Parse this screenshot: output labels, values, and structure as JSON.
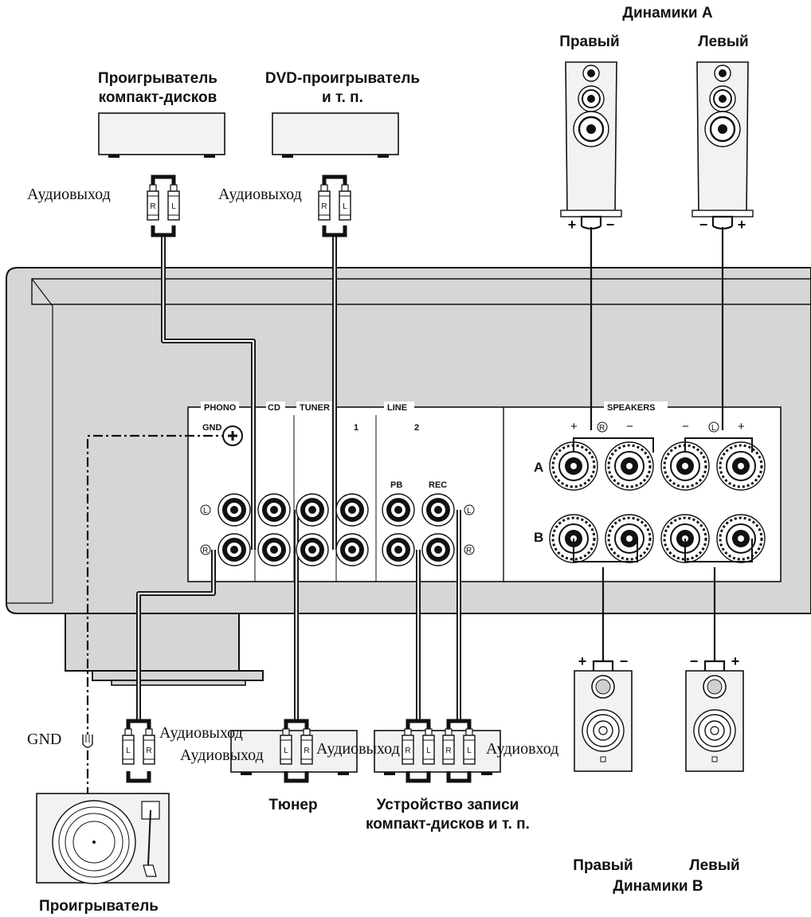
{
  "devices": {
    "cd_player": "Проигрыватель\nкомпакт-дисков",
    "dvd_player": "DVD-проигрыватель\nи т. п.",
    "tuner": "Тюнер",
    "cd_recorder": "Устройство записи\nкомпакт-дисков и т. п.",
    "turntable": "Проигрыватель"
  },
  "speakers": {
    "group_a": "Динамики A",
    "group_b": "Динамики B",
    "right": "Правый",
    "left": "Левый"
  },
  "connections": {
    "audio_out": "Аудиовыход",
    "audio_in": "Аудиовход",
    "gnd": "GND"
  },
  "panel": {
    "phono": "PHONO",
    "cd": "CD",
    "tuner": "TUNER",
    "line": "LINE",
    "line1": "1",
    "line2": "2",
    "pb": "PB",
    "rec": "REC",
    "gnd": "GND",
    "speakers": "SPEAKERS",
    "row_a": "A",
    "row_b": "B",
    "jack_l": "L",
    "jack_r": "R",
    "plus": "+",
    "minus": "−"
  }
}
